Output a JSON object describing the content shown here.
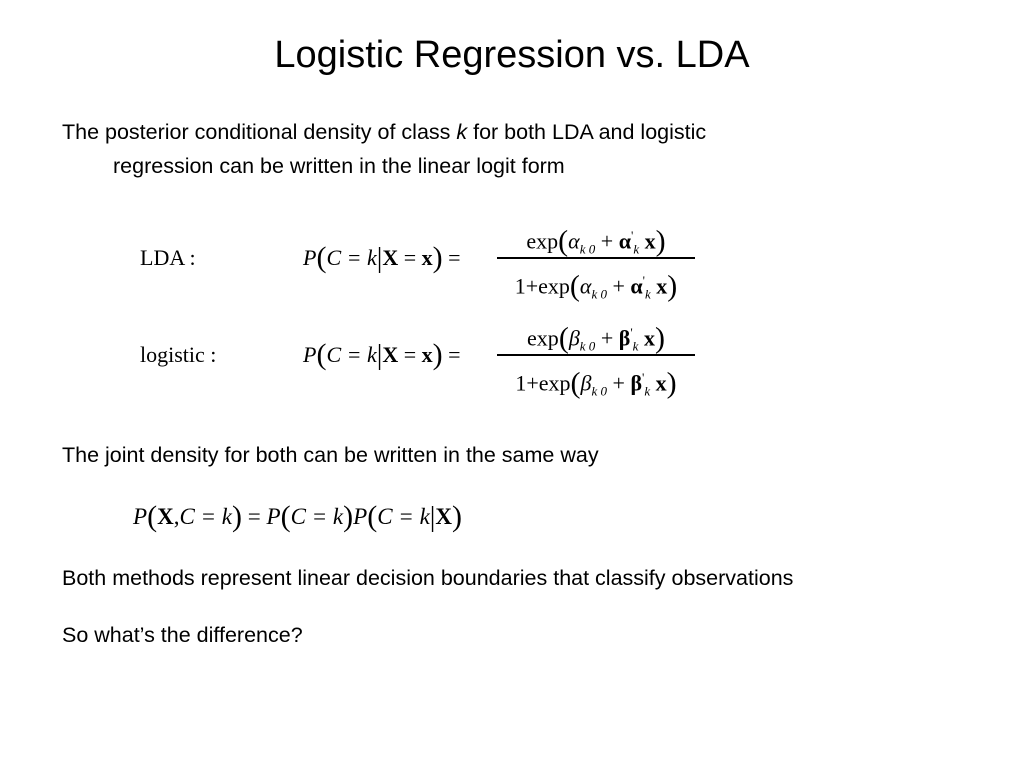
{
  "slide": {
    "title": "Logistic Regression vs. LDA",
    "intro_part1": "The posterior conditional density of class ",
    "intro_k": "k",
    "intro_part2": " for both LDA and logistic",
    "intro_line2": "regression can be written in the linear logit form",
    "lda_label": "LDA :",
    "logistic_label": "logistic :",
    "joint_text": "The joint density for both can be written in the same way",
    "decision_text": "Both methods represent linear decision boundaries that classify observations",
    "question_text": "So what’s the difference?"
  },
  "formulas": {
    "P": "P",
    "C_eq_k": "C = k",
    "X_bold": "X",
    "x_bold": "x",
    "exp": "exp",
    "one_plus": "1+",
    "alpha": "α",
    "alpha_bold": "α",
    "beta": "β",
    "beta_bold": "β",
    "sub_k0": "k 0",
    "sub_k": "k",
    "prime": "'",
    "plus": "+",
    "equals": "=",
    "comma": ","
  }
}
